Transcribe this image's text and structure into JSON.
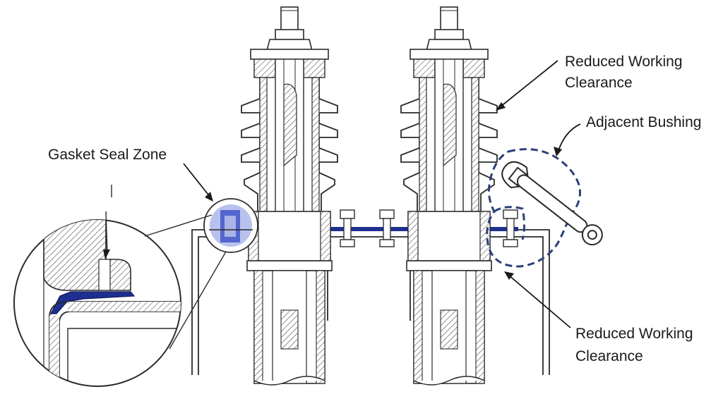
{
  "labels": {
    "gasket_seal_zone": "Gasket Seal Zone",
    "adjacent_bushing": "Adjacent Bushing",
    "reduced_top_line1": "Reduced Working",
    "reduced_top_line2": "Clearance",
    "reduced_bottom_line1": "Reduced Working",
    "reduced_bottom_line2": "Clearance"
  },
  "colors": {
    "line": "#2a2a2a",
    "gasket": "#1f2f8f",
    "highlight": "#3a4fc4",
    "dashed_outline": "#2b3f7a"
  },
  "icons": {
    "tool": "wrench-icon"
  }
}
